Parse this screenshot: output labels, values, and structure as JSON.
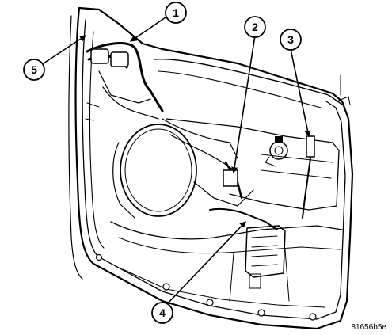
{
  "figure": {
    "id_label": "81656b5e"
  },
  "callouts": [
    {
      "label": "1"
    },
    {
      "label": "2"
    },
    {
      "label": "3"
    },
    {
      "label": "4"
    },
    {
      "label": "5"
    }
  ],
  "colors": {
    "line": "#000000",
    "background": "#ffffff"
  }
}
